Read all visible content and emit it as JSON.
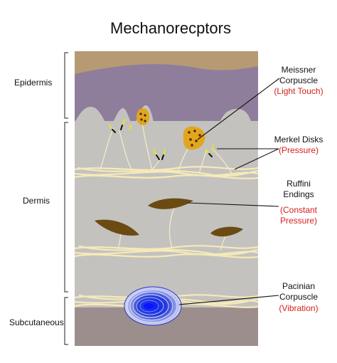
{
  "title": "Mechanorecptors",
  "layers": {
    "epidermis": "Epidermis",
    "dermis": "Dermis",
    "subcutaneous": "Subcutaneous"
  },
  "receptors": {
    "meissner": {
      "line1": "Meissner",
      "line2": "Corpuscle",
      "function": "(Light Touch)"
    },
    "merkel": {
      "line1": "Merkel Disks",
      "function": "(Pressure)"
    },
    "ruffini": {
      "line1": "Ruffini",
      "line2": "Endings",
      "function_line1": "(Constant",
      "function_line2": "Pressure)"
    },
    "pacinian": {
      "line1": "Pacinian",
      "line2": "Corpuscle",
      "function": "(Vibration)"
    }
  },
  "colors": {
    "surface": "#b59a74",
    "epidermis": "#8e7e9c",
    "dermis": "#c4c2bf",
    "subcutaneous": "#9c8e8c",
    "fiber": "#f6eab9",
    "meissner": "#e2a51c",
    "merkel": "#e8e22a",
    "ruffini": "#6b4b12",
    "pacinian": "#1f33c8",
    "function_text": "#d4201a"
  }
}
